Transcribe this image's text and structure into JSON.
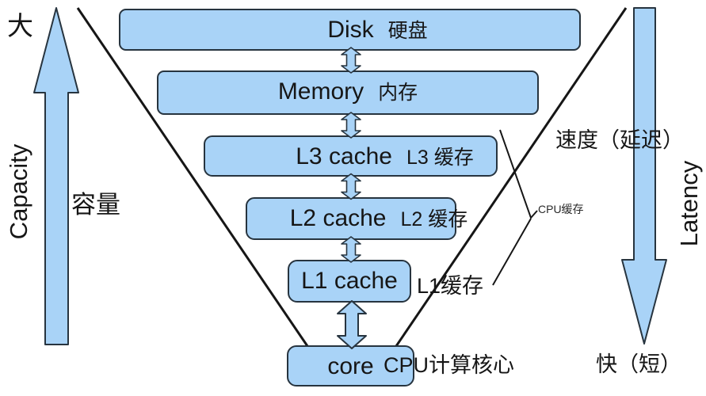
{
  "title": "CPU 存储层次结构 (memory hierarchy) diagram",
  "boxes": {
    "disk": {
      "en": "Disk",
      "zh": "硬盘"
    },
    "memory": {
      "en": "Memory",
      "zh": "内存"
    },
    "l3": {
      "en": "L3 cache",
      "zh": "L3 缓存"
    },
    "l2": {
      "en": "L2 cache",
      "zh": "L2 缓存"
    },
    "l1": {
      "en": "L1 cache"
    },
    "core": {
      "en": "core"
    }
  },
  "labels": {
    "l1_zh": "L1缓存",
    "core_zh": "CPU计算核心",
    "cpu_cache_group": "CPU缓存",
    "capacity_big": "大",
    "capacity_axis": "Capacity",
    "capacity_zh": "容量",
    "latency_axis": "Latency",
    "latency_zh": "速度（延迟）",
    "latency_fast_zh": "快（短）"
  },
  "colors": {
    "box_fill": "#a9d3f7",
    "box_border": "#27343f",
    "line": "#161616",
    "text": "#161616"
  }
}
